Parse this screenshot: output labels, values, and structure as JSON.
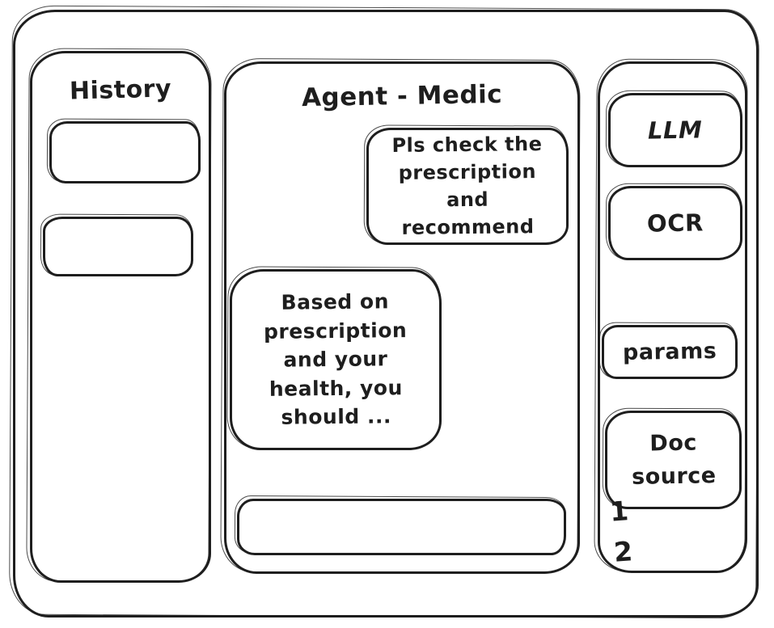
{
  "window": {
    "stroke_color": "#1e1e1e",
    "background_color": "#ffffff"
  },
  "history_panel": {
    "title": "History",
    "items": [
      {
        "label": ""
      },
      {
        "label": ""
      }
    ]
  },
  "chat_panel": {
    "title": "Agent - Medic",
    "messages": [
      {
        "role": "user",
        "align": "right",
        "text": "Pls check the prescription and recommend"
      },
      {
        "role": "agent",
        "align": "left",
        "text": "Based on prescription and your health, you should ..."
      }
    ],
    "input": {
      "value": "",
      "placeholder": ""
    }
  },
  "tools_panel": {
    "buttons": [
      {
        "label": "LLM"
      },
      {
        "label": "OCR"
      },
      {
        "label": "params"
      },
      {
        "label": "Doc source"
      }
    ],
    "doc_source_markers": [
      "1",
      "2"
    ]
  }
}
